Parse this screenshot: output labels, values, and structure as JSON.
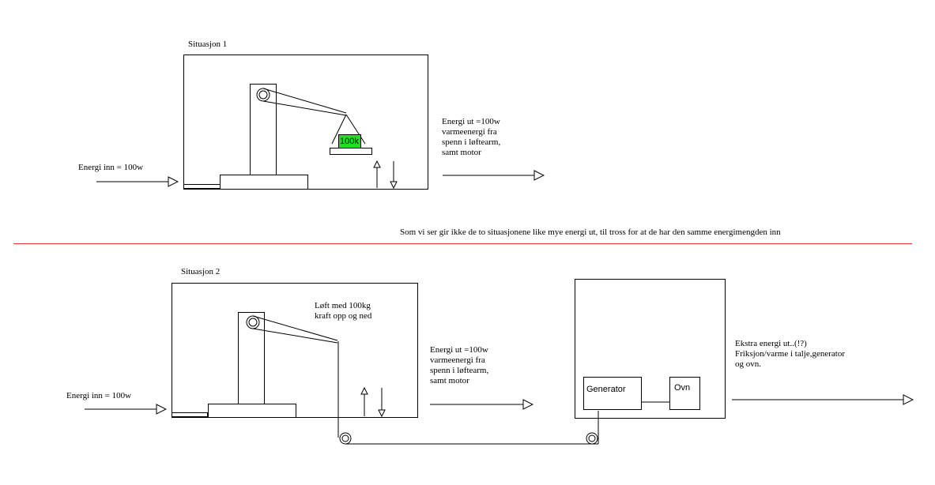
{
  "colors": {
    "divider": "#ff3333",
    "weight_fill": "#22dd22",
    "stroke": "#000000"
  },
  "situation1": {
    "title": "Situasjon 1",
    "energy_in": "Energi inn = 100w",
    "energy_out_lines": [
      "Energi ut =100w",
      "varmeenergi fra",
      "spenn i løftearm,",
      "samt motor"
    ],
    "weight_label": "100k"
  },
  "conclusion": "Som vi ser gir ikke de to situasjonene like mye energi ut, til tross for at de har den samme energimengden inn",
  "situation2": {
    "title": "Situasjon 2",
    "energy_in": "Energi inn = 100w",
    "lift_note_lines": [
      "Løft med 100kg",
      "kraft opp og ned"
    ],
    "energy_out_lines": [
      "Energi ut =100w",
      "varmeenergi fra",
      "spenn i løftearm,",
      "samt motor"
    ],
    "generator_label": "Generator",
    "oven_label": "Ovn",
    "extra_out_lines": [
      "Ekstra energi ut..(!?)",
      "Friksjon/varme i talje,generator",
      "og ovn."
    ]
  }
}
